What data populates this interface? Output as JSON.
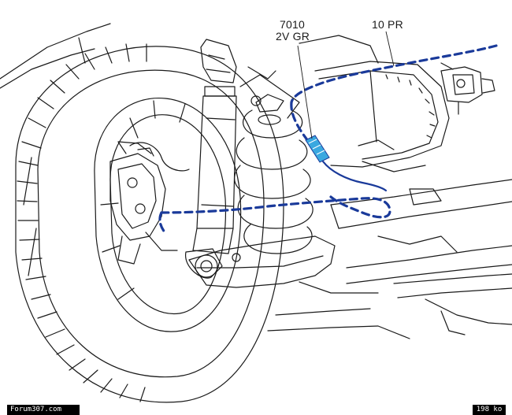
{
  "labels": {
    "connector_code": "7010",
    "connector_desc": "2V GR",
    "connector_ref": "10 PR"
  },
  "footer": {
    "site": "Forum307.com",
    "size": "198 ko"
  },
  "colors": {
    "harness": "#1a3a9a",
    "connector": "#3aa8e0",
    "line": "#1a1a1a"
  },
  "icons": [
    "connector-icon"
  ]
}
